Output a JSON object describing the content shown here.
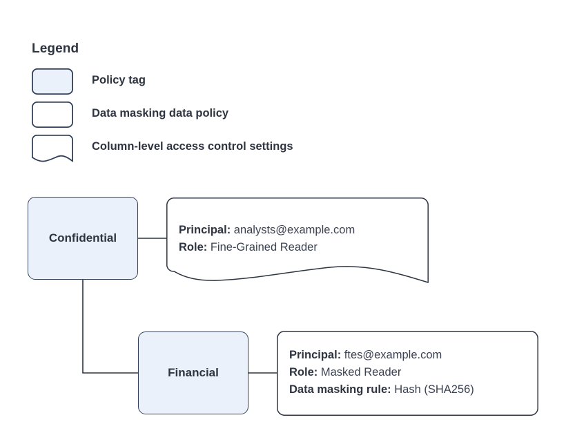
{
  "legend": {
    "title": "Legend",
    "items": [
      {
        "shape": "rounded-rect-filled",
        "label": "Policy tag"
      },
      {
        "shape": "rounded-rect",
        "label": "Data masking data policy"
      },
      {
        "shape": "wavy-bottom-rect",
        "label": "Column-level access control settings"
      }
    ]
  },
  "diagram": {
    "nodes": [
      {
        "id": "confidential",
        "label": "Confidential",
        "shape": "policy-tag"
      },
      {
        "id": "financial",
        "label": "Financial",
        "shape": "policy-tag"
      }
    ],
    "callouts": [
      {
        "id": "confidential-access",
        "shape": "wavy-bottom-rect",
        "lines": [
          {
            "key": "Principal:",
            "value": "analysts@example.com"
          },
          {
            "key": "Role:",
            "value": "Fine-Grained Reader"
          }
        ]
      },
      {
        "id": "financial-masking",
        "shape": "rounded-rect",
        "lines": [
          {
            "key": "Principal:",
            "value": "ftes@example.com"
          },
          {
            "key": "Role:",
            "value": "Masked Reader"
          },
          {
            "key": "Data masking rule:",
            "value": "Hash (SHA256)"
          }
        ]
      }
    ]
  },
  "colors": {
    "policy_tag_fill": "#eaf1fb",
    "stroke": "#34405a",
    "callout_stroke": "#2e3440",
    "text": "#2e3440",
    "value_text": "#3b4252",
    "background": "#ffffff"
  }
}
